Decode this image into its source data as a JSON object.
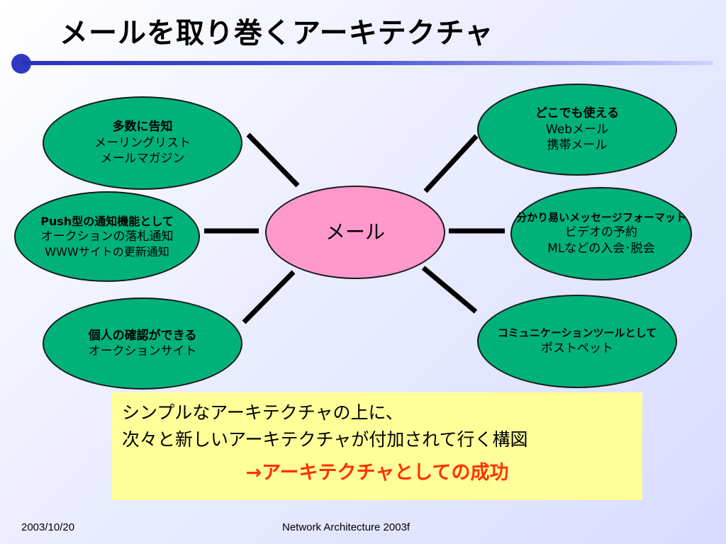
{
  "slide": {
    "title": "メールを取り巻くアーキテクチャ",
    "center": {
      "label": "メール"
    },
    "nodes": {
      "top_left": {
        "lines": [
          "多数に告知",
          "メーリングリスト",
          "メールマガジン"
        ]
      },
      "mid_left": {
        "lines": [
          "Push型の通知機能として",
          "オークションの落札通知",
          "WWWサイトの更新通知"
        ]
      },
      "bottom_left": {
        "lines": [
          "個人の確認ができる",
          "オークションサイト"
        ]
      },
      "top_right": {
        "lines": [
          "どこでも使える",
          "Webメール",
          "携帯メール"
        ]
      },
      "mid_right": {
        "lines": [
          "分かり易いメッセージフォーマット",
          "ビデオの予約",
          "MLなどの入会･脱会"
        ]
      },
      "bottom_right": {
        "lines": [
          "コミュニケーションツールとして",
          "ポストペット"
        ]
      }
    },
    "note": {
      "line1": "シンプルなアーキテクチャの上に、",
      "line2": "次々と新しいアーキテクチャが付加されて行く構図",
      "line3": "→アーキテクチャとしての成功"
    },
    "footer": {
      "date": "2003/10/20",
      "course": "Network Architecture 2003f"
    },
    "colors": {
      "node_fill": "#00b27a",
      "center_fill": "#ff99cc",
      "note_fill": "#ffff99",
      "highlight_text": "#ff3300",
      "accent": "#2f39c4"
    }
  }
}
